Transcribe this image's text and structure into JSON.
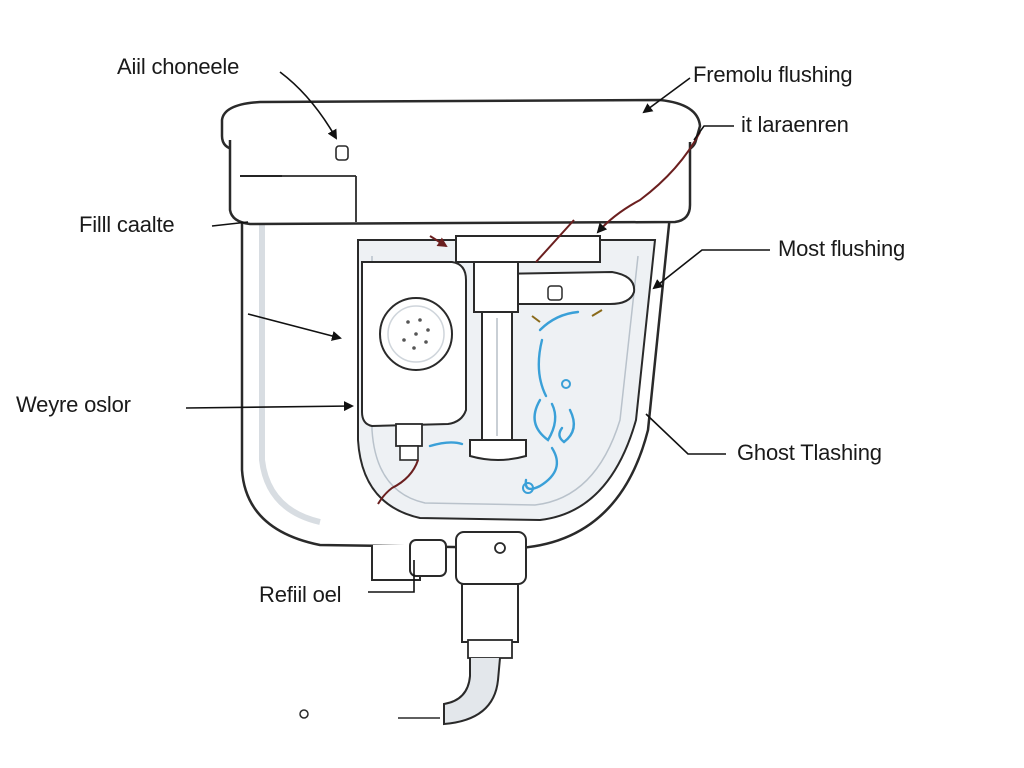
{
  "labels": {
    "top_left": "Aiil choneele",
    "top_right": "Fremolu flushing",
    "top_right_sub": "it laraenren",
    "mid_left": "Filll caalte",
    "right_mid": "Most flushing",
    "left_lower": "Weyre oslor",
    "right_lower": "Ghost Tlashing",
    "bottom": "Refiil oel"
  },
  "colors": {
    "outline": "#2a2a2a",
    "body": "#ffffff",
    "shade": "#eef1f4",
    "water": "#3aa0d8",
    "wire": "#6b1f1f"
  }
}
